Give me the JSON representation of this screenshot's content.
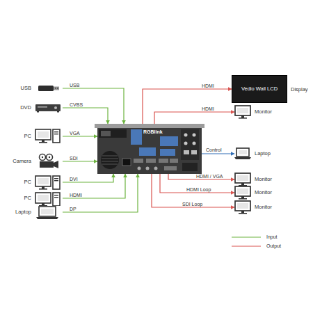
{
  "diagram": {
    "nodes": [
      {
        "text": [
          "USB"
        ]
      },
      {
        "text": [
          "DVD"
        ]
      },
      {
        "text": [
          "PC"
        ]
      },
      {
        "text": [
          "Camera"
        ]
      },
      {
        "text": [
          "PC"
        ]
      },
      {
        "text": [
          "PC"
        ]
      },
      {
        "text": [
          "Laptop"
        ]
      },
      {
        "text": [
          "RGBlink"
        ]
      },
      {
        "text": [
          "Vedio Wall LCD",
          "Display"
        ]
      },
      {
        "text": [
          "Monitor"
        ]
      },
      {
        "text": [
          "Laptop"
        ]
      },
      {
        "text": [
          "Monitor"
        ]
      },
      {
        "text": [
          "Monitor"
        ]
      },
      {
        "text": [
          "Monitor"
        ]
      }
    ],
    "edges": [
      {
        "from": 0,
        "to": 7,
        "label": "USB",
        "arrow": "to"
      },
      {
        "from": 1,
        "to": 7,
        "label": "CVBS",
        "arrow": "to"
      },
      {
        "from": 2,
        "to": 7,
        "label": "VGA",
        "arrow": "to"
      },
      {
        "from": 3,
        "to": 7,
        "label": "SDI",
        "arrow": "to"
      },
      {
        "from": 4,
        "to": 7,
        "label": "DVI",
        "arrow": "to"
      },
      {
        "from": 5,
        "to": 7,
        "label": "HDMI",
        "arrow": "to"
      },
      {
        "from": 6,
        "to": 7,
        "label": "DP",
        "arrow": "to"
      },
      {
        "from": 7,
        "to": 8,
        "label": "HDMI",
        "arrow": "to"
      },
      {
        "from": 7,
        "to": 9,
        "label": "HDMI",
        "arrow": "to"
      },
      {
        "from": 7,
        "to": 10,
        "label": "Control",
        "arrow": "to"
      },
      {
        "from": 7,
        "to": 11,
        "label": "HDMI / VGA",
        "arrow": "to"
      },
      {
        "from": 7,
        "to": 12,
        "label": "HDMI Loop",
        "arrow": "to"
      },
      {
        "from": 7,
        "to": 13,
        "label": "SDI Loop",
        "arrow": "to"
      }
    ],
    "legend": [
      {
        "text": "Input"
      },
      {
        "text": "Output"
      }
    ]
  }
}
